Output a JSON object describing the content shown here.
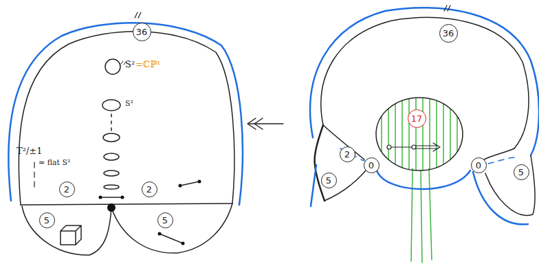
{
  "diagram": {
    "nodes": [
      {
        "text": [
          "36"
        ]
      },
      {
        "text": [
          "2"
        ]
      },
      {
        "text": [
          "2"
        ]
      },
      {
        "text": [
          "5"
        ]
      },
      {
        "text": [
          "5"
        ]
      },
      {
        "text": [
          "36"
        ]
      },
      {
        "text": [
          "5"
        ]
      },
      {
        "text": [
          "2"
        ]
      },
      {
        "text": [
          "0"
        ]
      },
      {
        "text": [
          "17"
        ]
      },
      {
        "text": [
          "0"
        ]
      },
      {
        "text": [
          "5"
        ]
      }
    ],
    "labels": [
      "S²",
      "=ℂℙ¹",
      "S²",
      "T²/±1",
      "= flat S²"
    ]
  }
}
